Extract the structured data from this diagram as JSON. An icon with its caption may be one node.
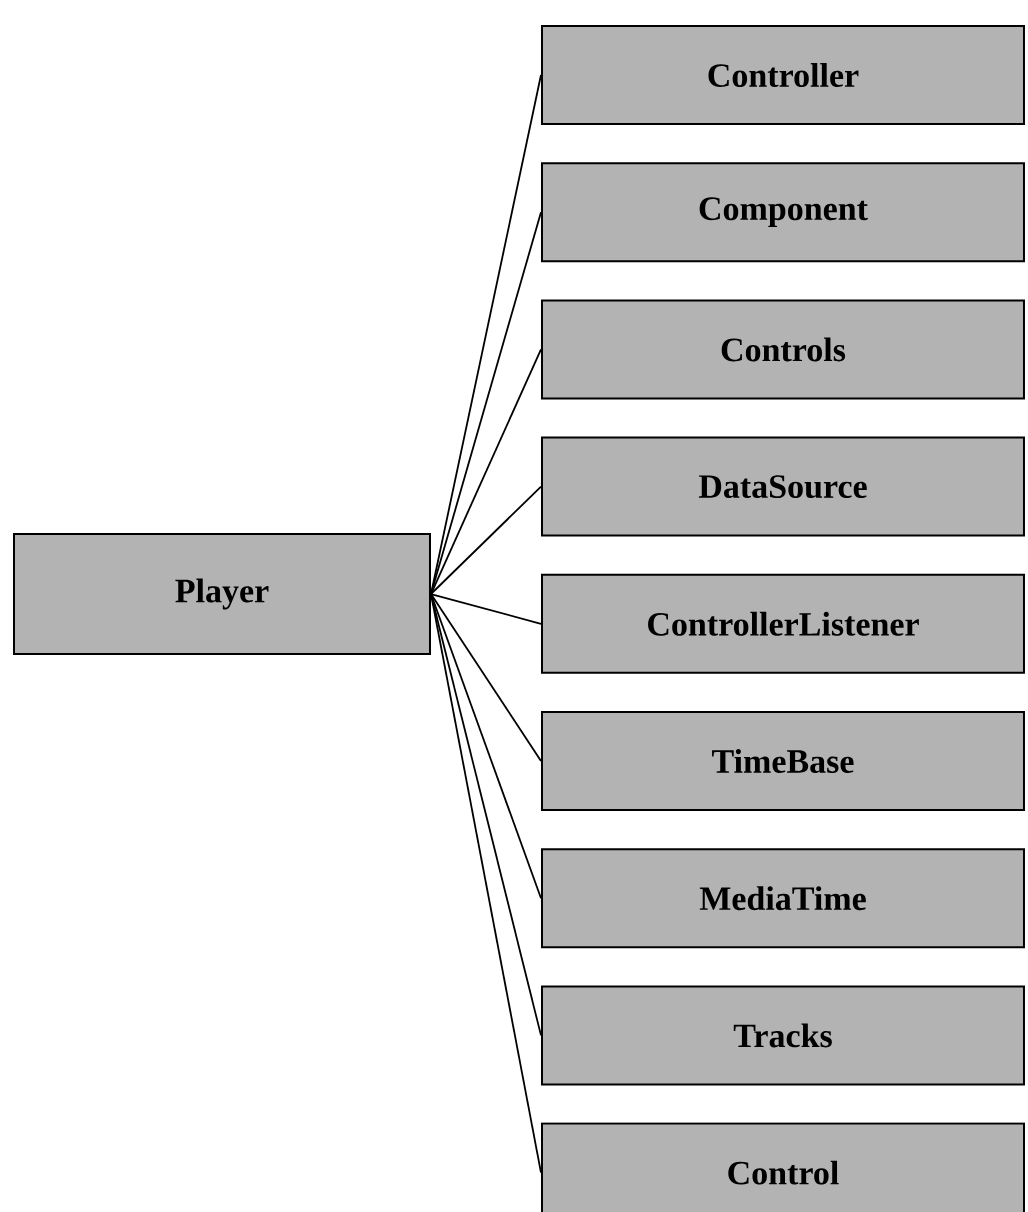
{
  "diagram": {
    "nodes": [
      {
        "text": [
          "Player"
        ]
      },
      {
        "text": [
          "Controller"
        ]
      },
      {
        "text": [
          "Component"
        ]
      },
      {
        "text": [
          "Controls"
        ]
      },
      {
        "text": [
          "DataSource"
        ]
      },
      {
        "text": [
          "ControllerListener"
        ]
      },
      {
        "text": [
          "TimeBase"
        ]
      },
      {
        "text": [
          "MediaTime"
        ]
      },
      {
        "text": [
          "Tracks"
        ]
      },
      {
        "text": [
          "Control"
        ]
      }
    ],
    "edges": [
      {
        "from": 0,
        "to": 1,
        "arrow": "none"
      },
      {
        "from": 0,
        "to": 2,
        "arrow": "none"
      },
      {
        "from": 0,
        "to": 3,
        "arrow": "none"
      },
      {
        "from": 0,
        "to": 4,
        "arrow": "none"
      },
      {
        "from": 0,
        "to": 5,
        "arrow": "none"
      },
      {
        "from": 0,
        "to": 6,
        "arrow": "none"
      },
      {
        "from": 0,
        "to": 7,
        "arrow": "none"
      },
      {
        "from": 0,
        "to": 8,
        "arrow": "none"
      },
      {
        "from": 0,
        "to": 9,
        "arrow": "none"
      }
    ]
  }
}
